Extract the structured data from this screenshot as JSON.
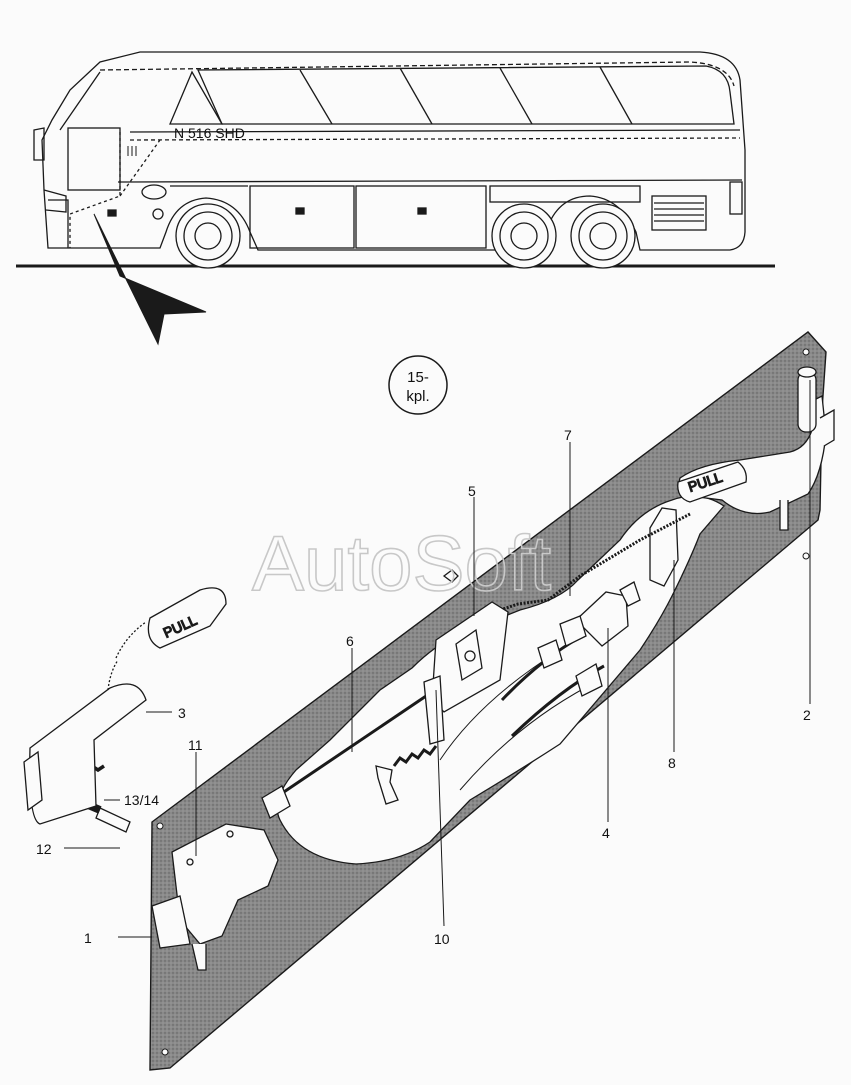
{
  "drawing": {
    "bus_model": "N 516 SHD",
    "set_badge": {
      "line1": "15-",
      "line2": "kpl."
    },
    "watermark": "AutoSoft",
    "handle_text": "PULL",
    "callouts": [
      "1",
      "2",
      "3",
      "4",
      "5",
      "6",
      "7",
      "8",
      "10",
      "11",
      "12",
      "13/14"
    ]
  },
  "colors": {
    "line": "#1a1a1a",
    "panel_fill": "#7a7a7a",
    "background": "#fbfbfb",
    "watermark": "#c8c8c8"
  }
}
